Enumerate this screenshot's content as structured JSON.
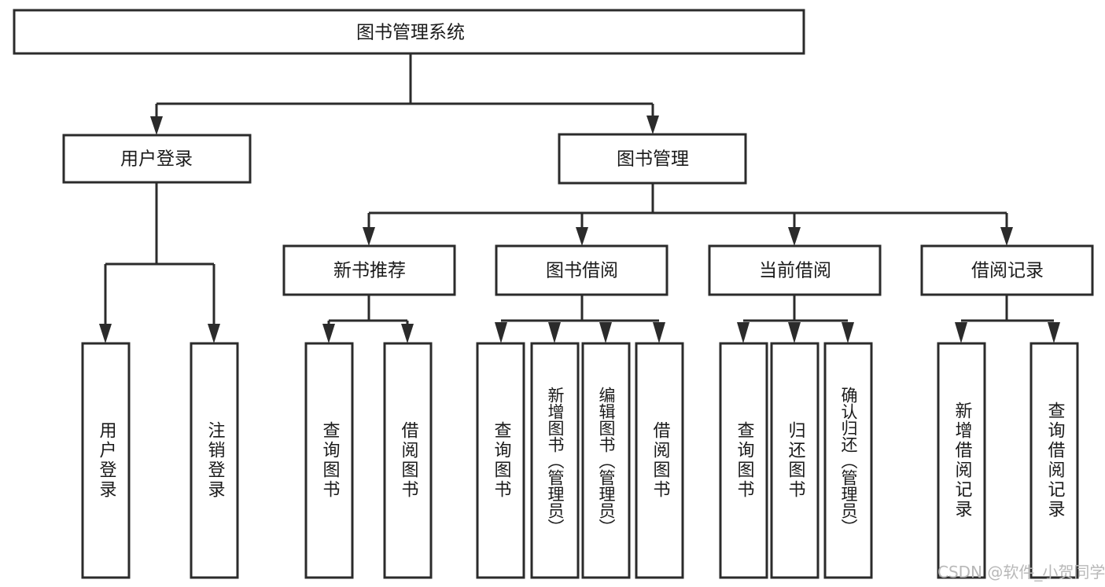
{
  "diagram": {
    "type": "tree",
    "title": "图书管理系统",
    "root": {
      "label": "图书管理系统"
    },
    "level1": [
      {
        "label": "用户登录"
      },
      {
        "label": "图书管理"
      }
    ],
    "level2": [
      {
        "label": "新书推荐",
        "parent": "图书管理"
      },
      {
        "label": "图书借阅",
        "parent": "图书管理"
      },
      {
        "label": "当前借阅",
        "parent": "图书管理"
      },
      {
        "label": "借阅记录",
        "parent": "图书管理"
      }
    ],
    "leaves": {
      "user_login": [
        {
          "label": "用户登录"
        },
        {
          "label": "注销登录"
        }
      ],
      "new_book_recommend": [
        {
          "label": "查询图书"
        },
        {
          "label": "借阅图书"
        }
      ],
      "book_borrow": [
        {
          "label": "查询图书"
        },
        {
          "label": "新增图书（管理员）"
        },
        {
          "label": "编辑图书（管理员）"
        },
        {
          "label": "借阅图书"
        }
      ],
      "current_borrow": [
        {
          "label": "查询图书"
        },
        {
          "label": "归还图书"
        },
        {
          "label": "确认归还（管理员）"
        }
      ],
      "borrow_record": [
        {
          "label": "新增借阅记录"
        },
        {
          "label": "查询借阅记录"
        }
      ]
    }
  },
  "colors": {
    "stroke": "#2b2b2b",
    "fill": "#ffffff",
    "text": "#1a1a1a",
    "watermark": "#b8b8b8"
  },
  "watermark": {
    "text": "CSDN @软件_小贺同学"
  }
}
